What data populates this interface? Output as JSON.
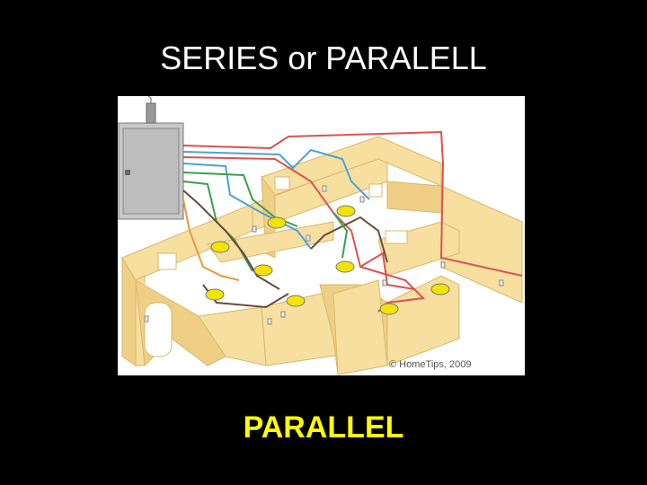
{
  "slide": {
    "title": "SERIES or PARALELL",
    "answer": "PARALLEL"
  },
  "figure": {
    "credit": "© HomeTips, 2009"
  },
  "colors": {
    "background": "#000000",
    "title": "#ffffff",
    "answer": "#ffff00",
    "wall": "#f7dfa0",
    "wall_edge": "#d9b86a",
    "panel": "#c9c9c9",
    "wire_red": "#d9534f",
    "wire_blue": "#4aa3d6",
    "wire_green": "#3aa04a",
    "wire_brown": "#6b4b3a",
    "wire_orange": "#e89a3c",
    "light": "#f2e400"
  }
}
